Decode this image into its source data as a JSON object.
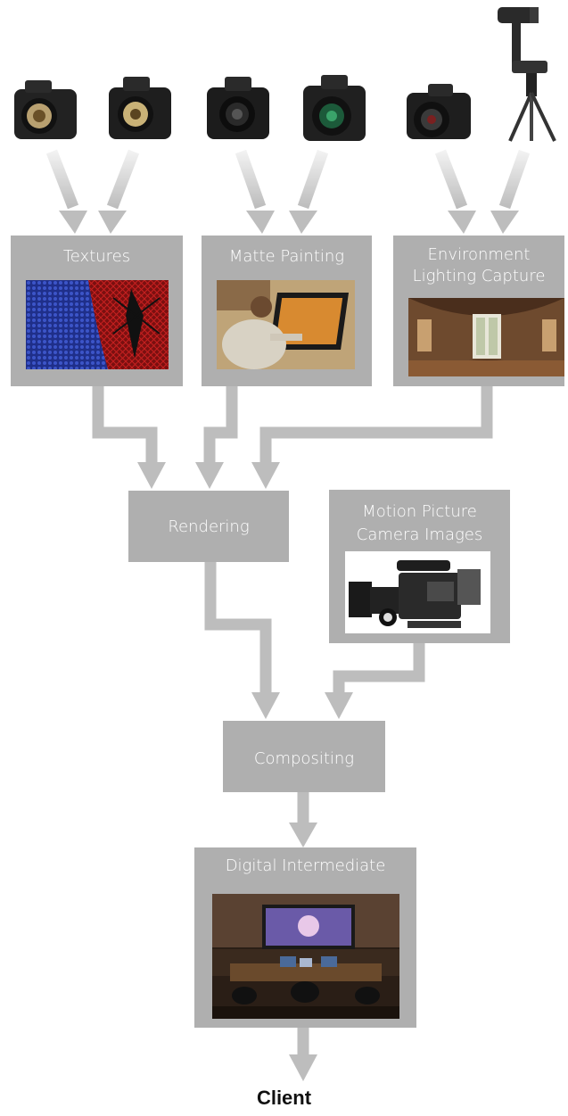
{
  "nodes": {
    "textures": "Textures",
    "matte": "Matte Painting",
    "env_line1": "Environment",
    "env_line2": "Lighting Capture",
    "rendering": "Rendering",
    "motion_line1": "Motion Picture",
    "motion_line2": "Camera Images",
    "compositing": "Compositing",
    "di": "Digital Intermediate",
    "client": "Client"
  },
  "cameras": [
    {
      "icon": "dslr-camera-icon"
    },
    {
      "icon": "dslr-camera-icon"
    },
    {
      "icon": "dslr-camera-icon"
    },
    {
      "icon": "dslr-camera-icon"
    },
    {
      "icon": "dslr-camera-icon"
    },
    {
      "icon": "panoramic-camera-tripod-icon"
    }
  ],
  "colors": {
    "box": "#afafaf",
    "arrow_fade_top": "#ebebeb",
    "arrow": "#bdbdbd",
    "label": "#ffffff",
    "client": "#111111"
  }
}
